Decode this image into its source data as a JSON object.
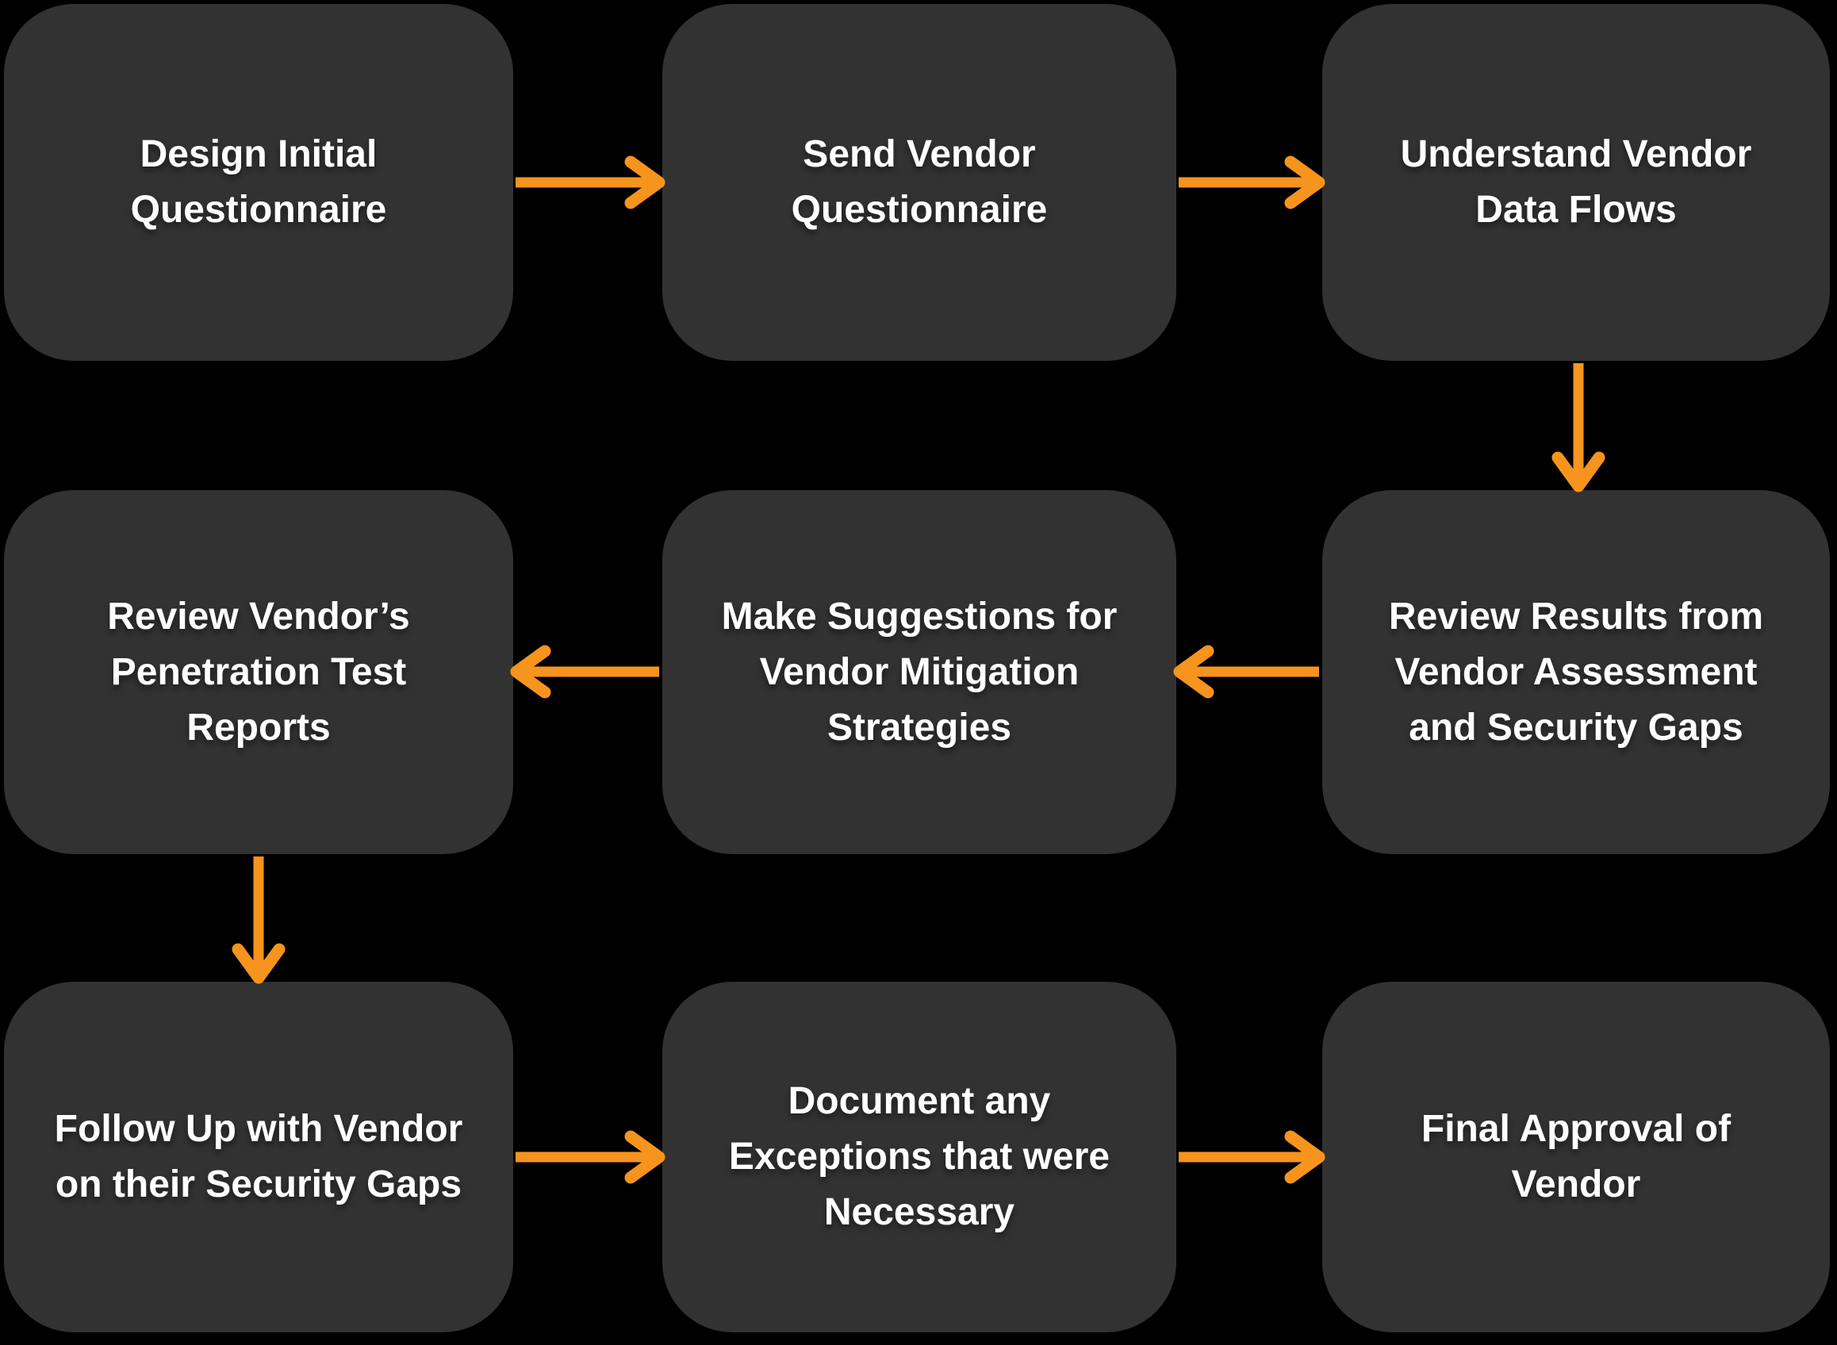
{
  "diagram": {
    "type": "flowchart",
    "colors": {
      "background": "#000000",
      "node_fill": "#323232",
      "node_text": "#ffffff",
      "arrow": "#f7941d"
    },
    "nodes": [
      {
        "id": "design-initial-questionnaire",
        "label": "Design Initial\nQuestionnaire"
      },
      {
        "id": "send-vendor-questionnaire",
        "label": "Send Vendor\nQuestionnaire"
      },
      {
        "id": "understand-vendor-data-flows",
        "label": "Understand Vendor\nData Flows"
      },
      {
        "id": "review-penetration-test-reports",
        "label": "Review Vendor’s\nPenetration Test\nReports"
      },
      {
        "id": "make-suggestions-mitigation",
        "label": "Make Suggestions for\nVendor Mitigation\nStrategies"
      },
      {
        "id": "review-results-security-gaps",
        "label": "Review Results from\nVendor Assessment\nand Security Gaps"
      },
      {
        "id": "follow-up-with-vendor",
        "label": "Follow Up with Vendor\non their Security Gaps"
      },
      {
        "id": "document-exceptions",
        "label": "Document any\nExceptions that were\nNecessary"
      },
      {
        "id": "final-approval-of-vendor",
        "label": "Final Approval of\nVendor"
      }
    ],
    "edges": [
      {
        "from": "design-initial-questionnaire",
        "to": "send-vendor-questionnaire",
        "direction": "right"
      },
      {
        "from": "send-vendor-questionnaire",
        "to": "understand-vendor-data-flows",
        "direction": "right"
      },
      {
        "from": "understand-vendor-data-flows",
        "to": "review-results-security-gaps",
        "direction": "down"
      },
      {
        "from": "review-results-security-gaps",
        "to": "make-suggestions-mitigation",
        "direction": "left"
      },
      {
        "from": "make-suggestions-mitigation",
        "to": "review-penetration-test-reports",
        "direction": "left"
      },
      {
        "from": "review-penetration-test-reports",
        "to": "follow-up-with-vendor",
        "direction": "down"
      },
      {
        "from": "follow-up-with-vendor",
        "to": "document-exceptions",
        "direction": "right"
      },
      {
        "from": "document-exceptions",
        "to": "final-approval-of-vendor",
        "direction": "right"
      }
    ]
  }
}
